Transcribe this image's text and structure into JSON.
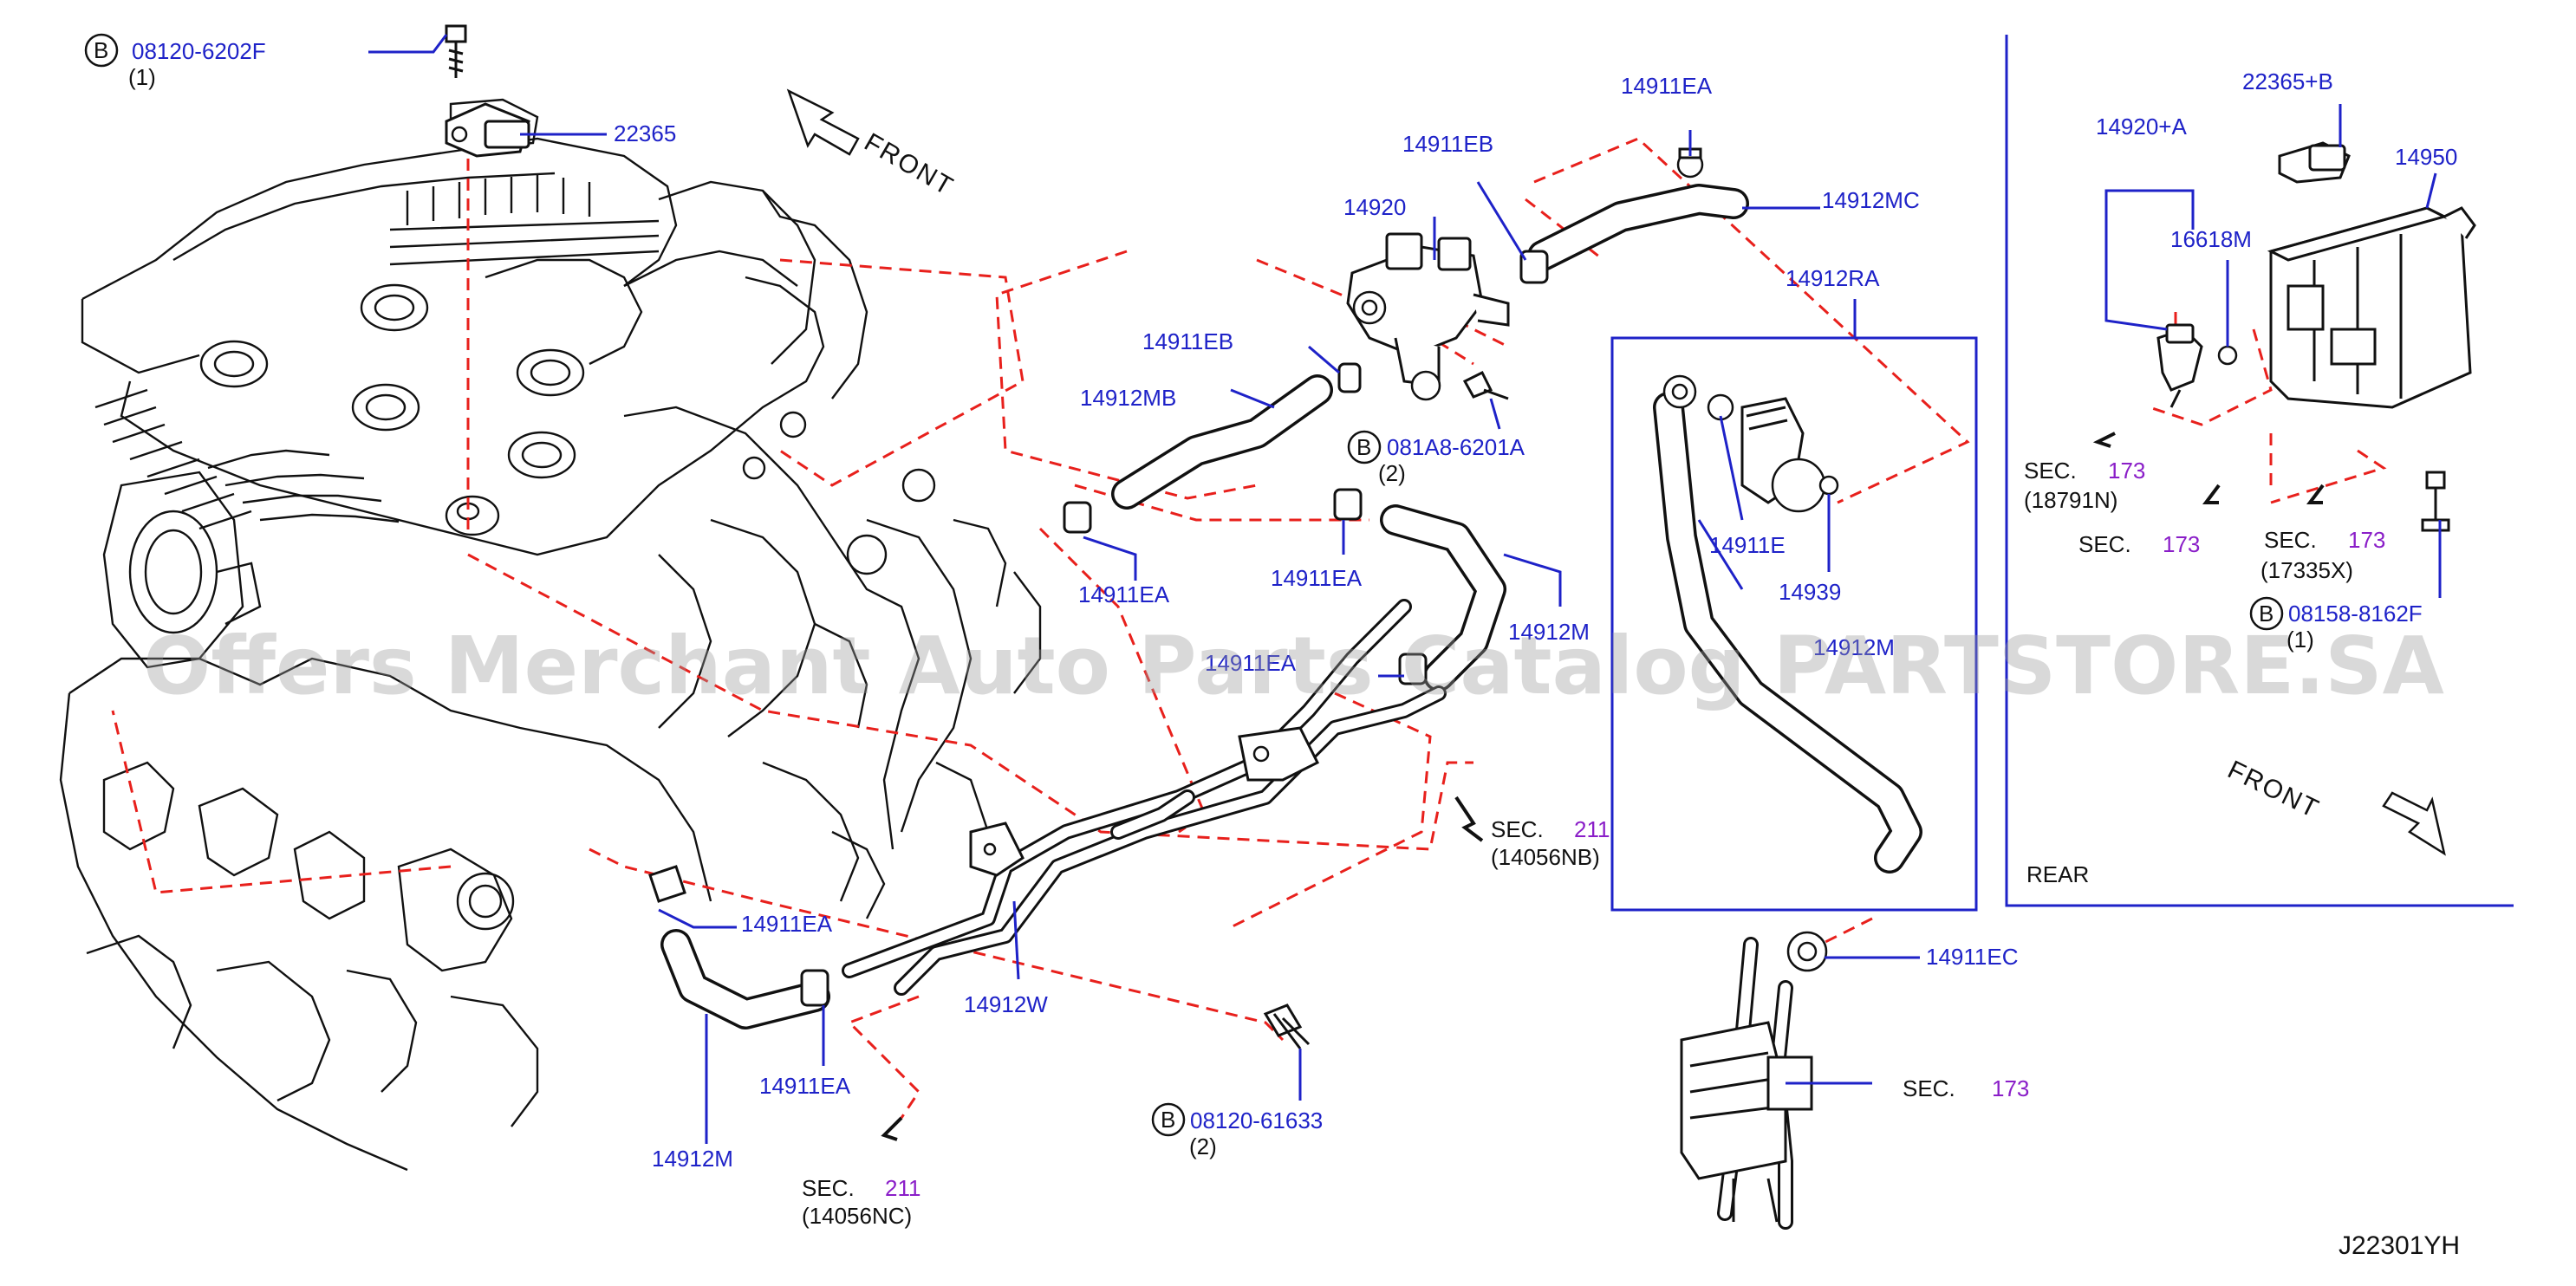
{
  "labels": {
    "bolt_top": "08120-6202F",
    "bolt_top_qty": "(1)",
    "p22365": "22365",
    "front_left": "FRONT",
    "p14911EA_top": "14911EA",
    "p14911EB_top": "14911EB",
    "p14912MC": "14912MC",
    "p14920": "14920",
    "p14912RA": "14912RA",
    "p14911EB_mid": "14911EB",
    "p14912MB": "14912MB",
    "bolt_mid": "081A8-6201A",
    "bolt_mid_qty": "(2)",
    "p14911EA_a": "14911EA",
    "p14911EA_b": "14911EA",
    "p14912M_cut": "14912M",
    "p14911EA_cut": "14911EA",
    "p14911E": "14911E",
    "p14939": "14939",
    "p14912M_rhs": "14912M",
    "sec211_a": "SEC.",
    "sec211_a_num": "211",
    "sec211_a_ref": "(14056NB)",
    "p14911EA_c": "14911EA",
    "p14912W": "14912W",
    "p14911EA_d": "14911EA",
    "p14912M_bot": "14912M",
    "sec211_b": "SEC.",
    "sec211_b_num": "211",
    "sec211_b_ref": "(14056NC)",
    "bolt_bot": "08120-61633",
    "bolt_bot_qty": "(2)",
    "p14911EC": "14911EC",
    "sec173_c": "SEC.",
    "sec173_c_num": "173",
    "p22365B": "22365+B",
    "p14920A": "14920+A",
    "p14950": "14950",
    "p16618M": "16618M",
    "sec173_a": "SEC.",
    "sec173_a_num": "173",
    "sec173_a_ref": "(18791N)",
    "sec173_b": "SEC.",
    "sec173_b_num": "173",
    "sec173_d": "SEC.",
    "sec173_d_num": "173",
    "sec173_d_ref": "(17335X)",
    "bolt_right": "08158-8162F",
    "bolt_right_qty": "(1)",
    "front_right": "FRONT",
    "rear": "REAR",
    "diagram_code": "J22301YH",
    "bolt_marker": "B",
    "watermark": "Offers Merchant Auto Parts Catalog PARTSTORE.SA"
  },
  "colors": {
    "part_number": "#1e22c8",
    "section_number": "#8a1ec8",
    "leader_dash": "#e8201c",
    "line_art": "#111111",
    "watermark": "#9a9a9a"
  }
}
